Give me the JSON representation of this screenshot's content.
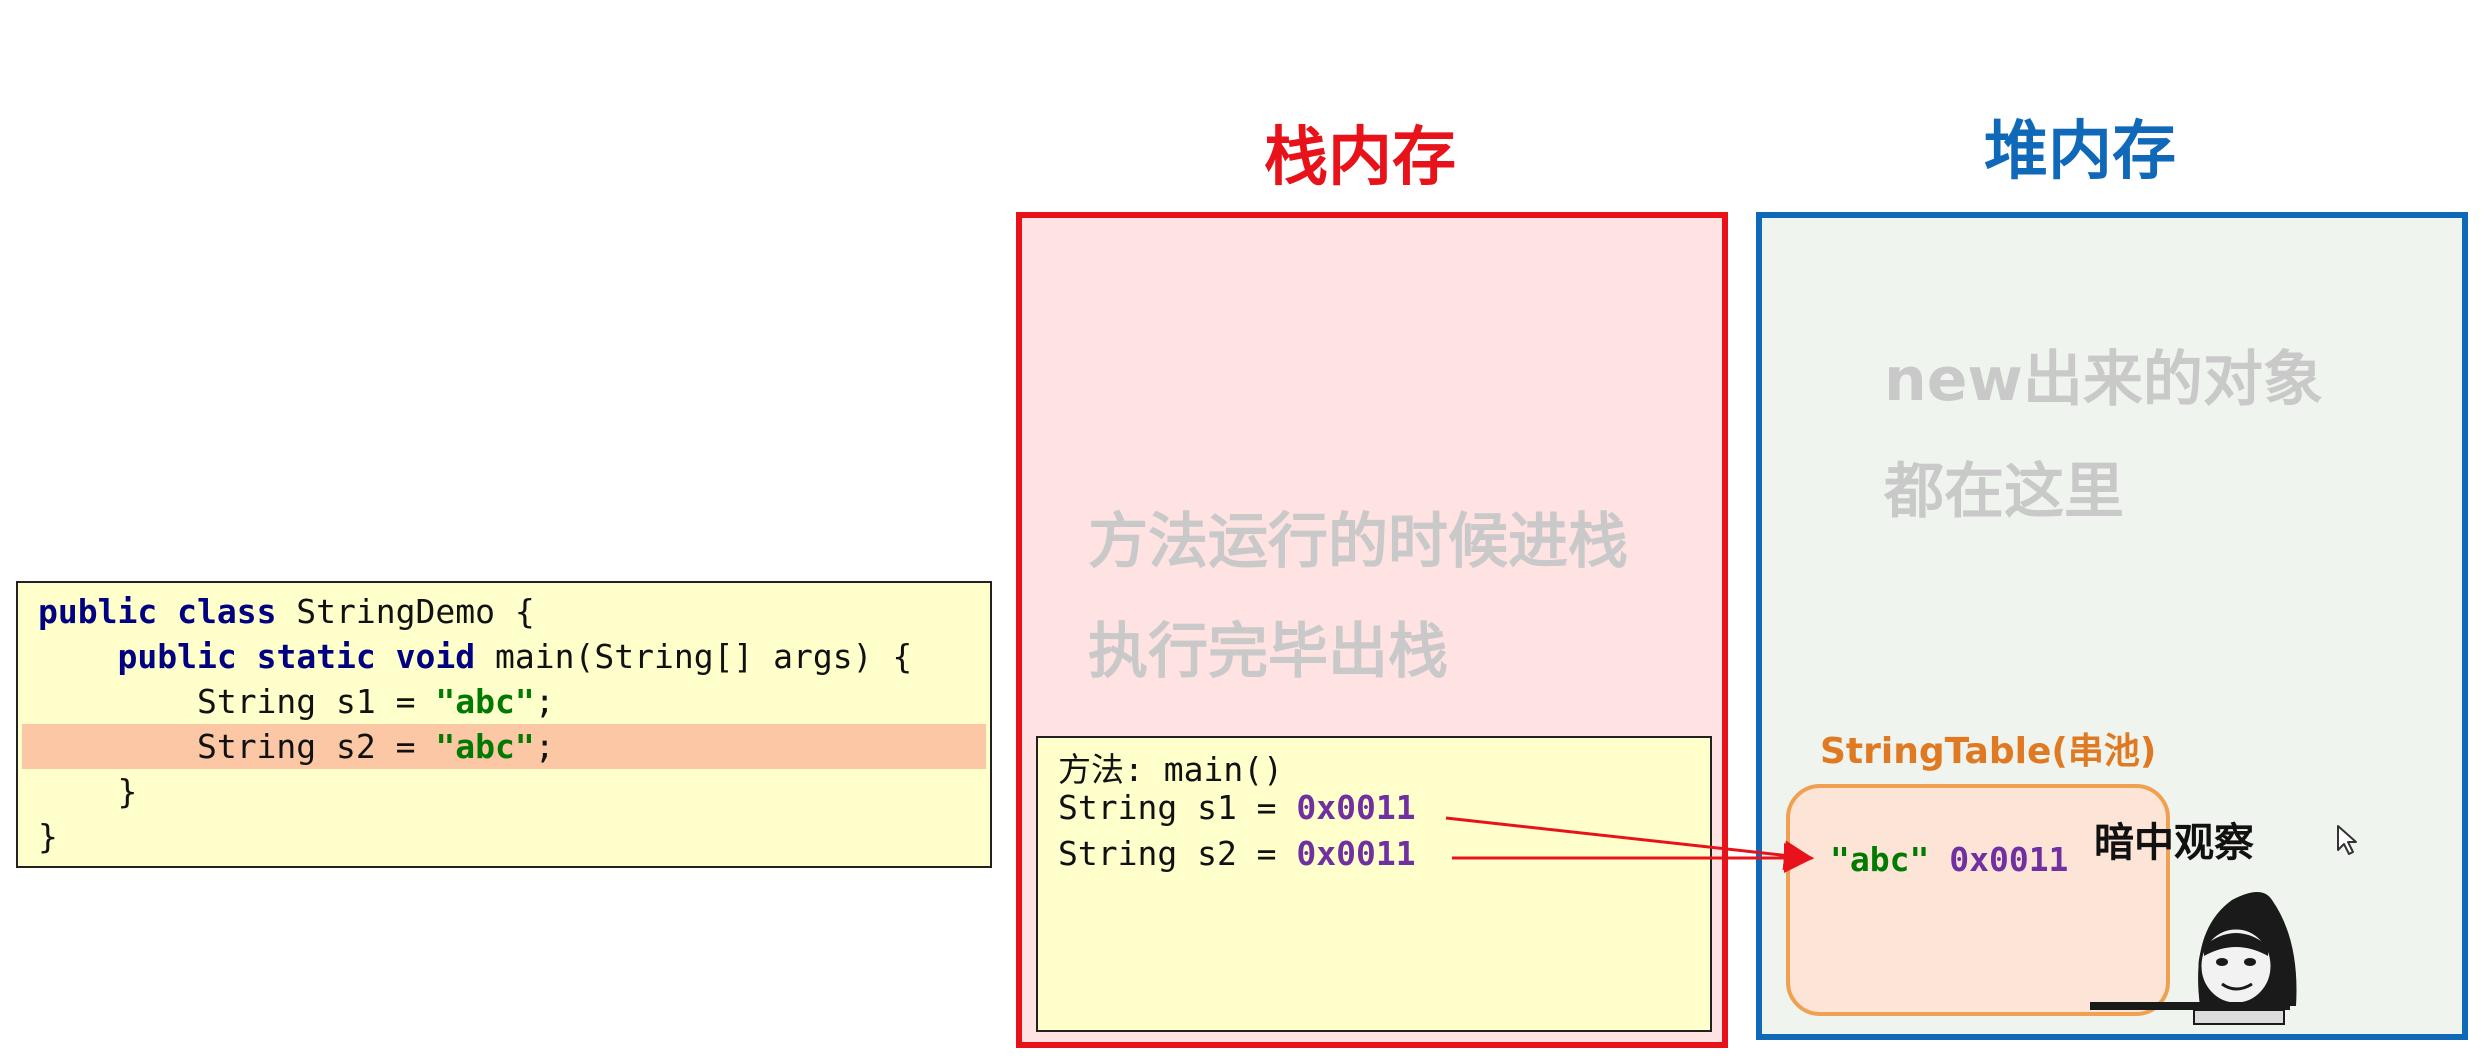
{
  "code": {
    "lines": [
      {
        "indent": "",
        "parts": [
          {
            "t": "public",
            "c": "kw"
          },
          {
            "t": " "
          },
          {
            "t": "class",
            "c": "kw"
          },
          {
            "t": " StringDemo {"
          }
        ]
      },
      {
        "indent": "    ",
        "parts": [
          {
            "t": "public",
            "c": "kw"
          },
          {
            "t": " "
          },
          {
            "t": "static",
            "c": "kw"
          },
          {
            "t": " "
          },
          {
            "t": "void",
            "c": "kw"
          },
          {
            "t": " main(String[] args) {"
          }
        ]
      },
      {
        "indent": "        ",
        "parts": [
          {
            "t": "String s1 = "
          },
          {
            "t": "\"abc\"",
            "c": "str"
          },
          {
            "t": ";"
          }
        ]
      },
      {
        "indent": "        ",
        "highlight": true,
        "parts": [
          {
            "t": "String s2 = "
          },
          {
            "t": "\"abc\"",
            "c": "str"
          },
          {
            "t": ";"
          }
        ]
      },
      {
        "indent": "    ",
        "parts": [
          {
            "t": "}"
          }
        ]
      },
      {
        "indent": "",
        "parts": [
          {
            "t": "}"
          }
        ]
      }
    ]
  },
  "stack": {
    "title": "栈内存",
    "watermark_line1": "方法运行的时候进栈",
    "watermark_line2": "执行完毕出栈",
    "frame": {
      "header": "方法: main()",
      "vars": [
        {
          "decl": "String s1 = ",
          "addr": "0x0011"
        },
        {
          "decl": "String s2 = ",
          "addr": "0x0011"
        }
      ]
    }
  },
  "heap": {
    "title": "堆内存",
    "watermark_line1": "new出来的对象",
    "watermark_line2": "都在这里",
    "string_table": {
      "label": "StringTable(串池)",
      "entry_value": "\"abc\"",
      "entry_addr": "0x0011"
    },
    "observer_caption": "暗中观察"
  },
  "colors": {
    "stack_border": "#e8121b",
    "stack_fill": "#ffe2e2",
    "heap_border": "#1069b8",
    "heap_fill": "#f0f4ee",
    "pool_border": "#f0a050",
    "pool_fill": "#fce5d6",
    "address": "#7030a0",
    "string_literal": "#007a00",
    "keyword": "#000080",
    "highlight_row": "#fbc7a5",
    "arrow": "#e8121b"
  },
  "icons": {
    "arrow": "red-pointer-arrow",
    "meme": "peeking-figure-icon",
    "cursor": "mouse-cursor-icon"
  }
}
